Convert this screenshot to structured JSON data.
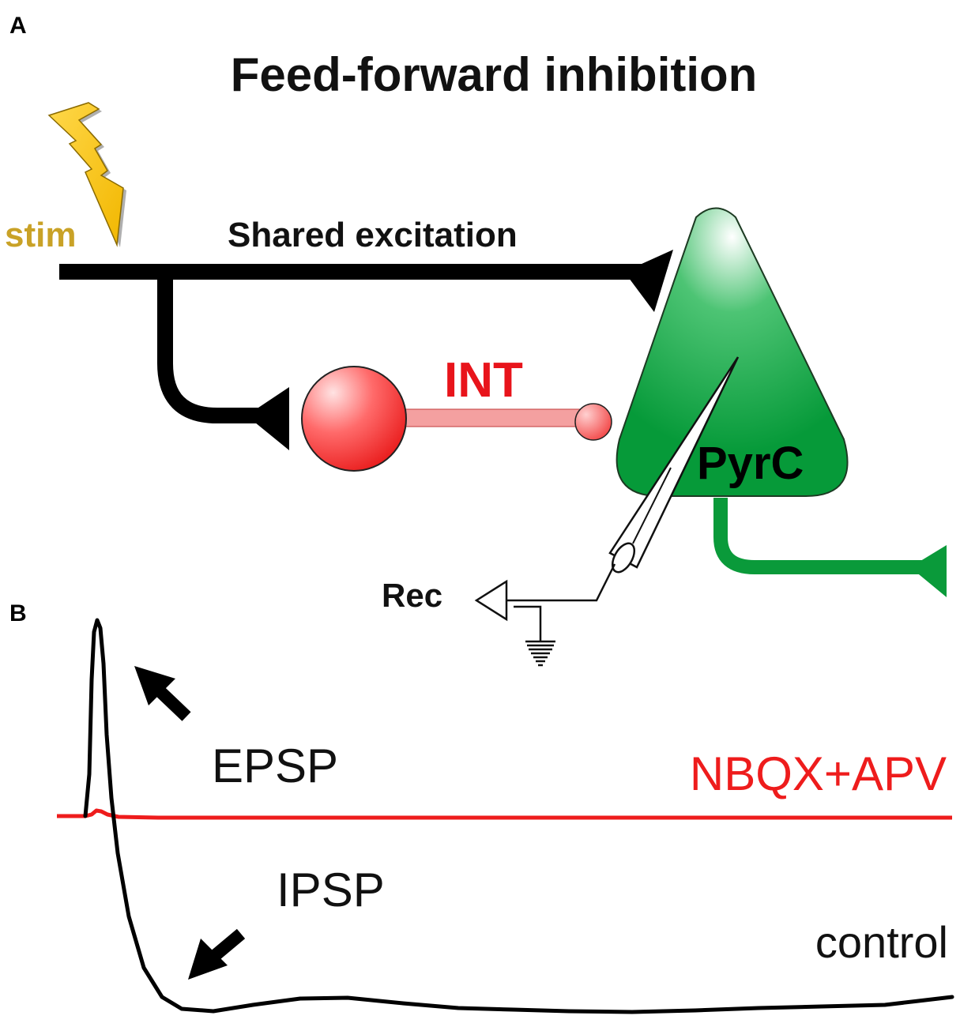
{
  "panel_a": {
    "label": "A",
    "title": "Feed-forward inhibition",
    "stim_label": "stim",
    "shared_excitation_label": "Shared excitation",
    "interneuron_label": "INT",
    "pyramidal_label": "PyrC",
    "recording_label": "Rec"
  },
  "panel_b": {
    "label": "B",
    "epsp_label": "EPSP",
    "ipsp_label": "IPSP",
    "drug_trace_label": "NBQX+APV",
    "control_trace_label": "control"
  },
  "colors": {
    "stim": "#c9a227",
    "bolt_fill": "#ffc800",
    "interneuron": "#ff3b3b",
    "int_label": "#e8141b",
    "pyramidal": "#0a9a3a",
    "drug_trace": "#ee1c1c",
    "control_trace": "#000000"
  }
}
